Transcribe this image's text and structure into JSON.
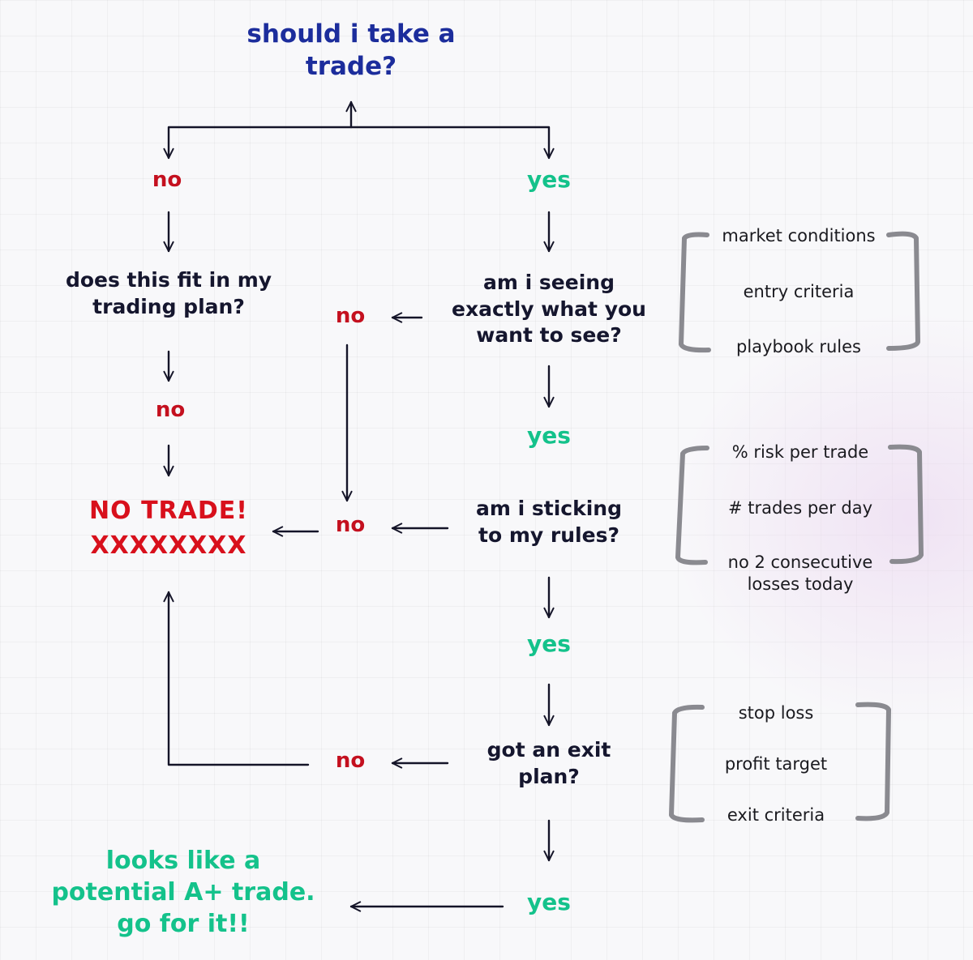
{
  "title": "should i take a\ntrade?",
  "left_branch": {
    "no_label": "no",
    "question": "does this fit in my\ntrading plan?",
    "answer_label": "no"
  },
  "outcome_no": {
    "headline": "NO TRADE!",
    "marks": "XXXXXXXX"
  },
  "steps": [
    {
      "question": "am i seeing\nexactly what you\nwant to see?",
      "yes_label": "yes",
      "no_label": "no",
      "criteria": [
        "market conditions",
        "entry criteria",
        "playbook rules"
      ]
    },
    {
      "question": "am i sticking\nto my rules?",
      "yes_label": "yes",
      "no_label": "no",
      "criteria": [
        "% risk per trade",
        "# trades per day",
        "no 2 consecutive\nlosses today"
      ]
    },
    {
      "question": "got an exit\nplan?",
      "yes_label": "yes",
      "no_label": "no",
      "criteria": [
        "stop loss",
        "profit target",
        "exit criteria"
      ]
    }
  ],
  "final_yes_label": "yes",
  "outcome_yes": "looks like a\npotential A+ trade.\ngo for it!!",
  "colors": {
    "title": "#1c2d9c",
    "no": "#c4101f",
    "yes": "#14c28b",
    "no_trade": "#d8101c",
    "bracket": "#8a8a90"
  }
}
